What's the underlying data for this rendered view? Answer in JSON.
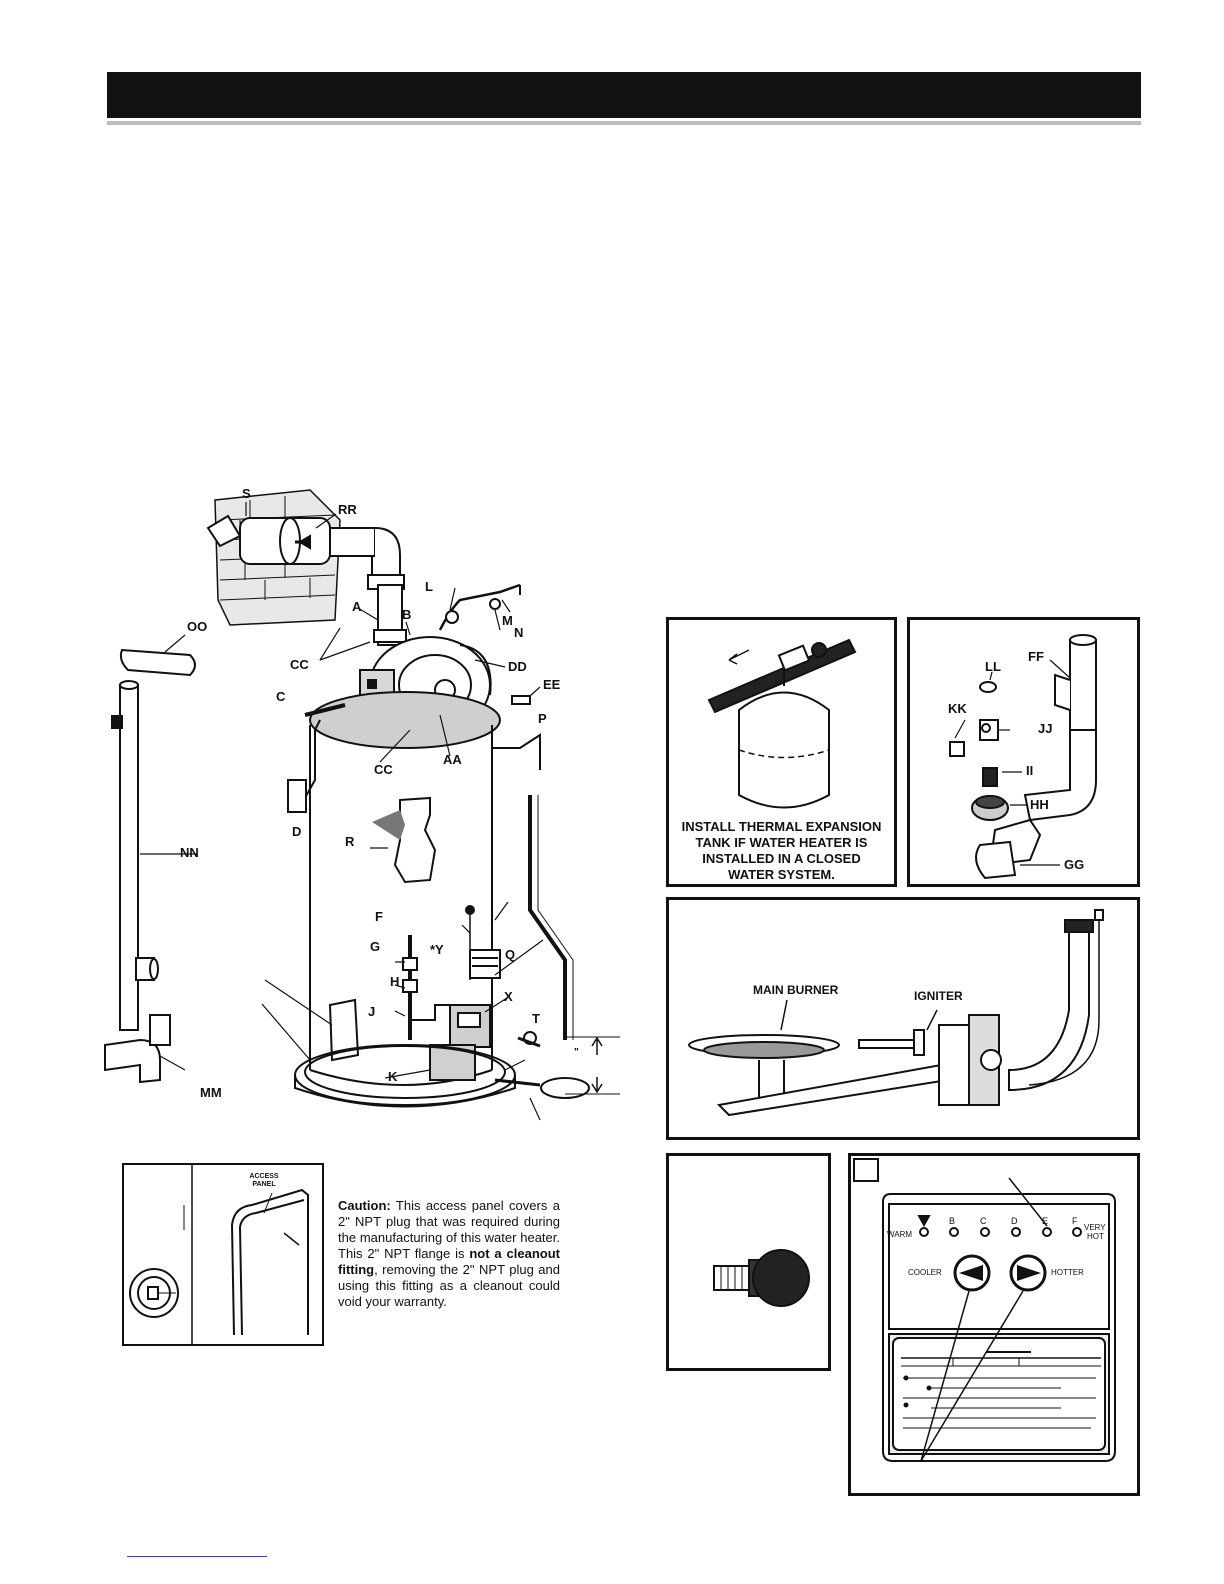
{
  "page": {
    "header_text": ""
  },
  "main_figure": {
    "labels": {
      "S": "S",
      "RR": "RR",
      "L": "L",
      "N": "N",
      "M": "M",
      "A": "A",
      "B": "B",
      "OO": "OO",
      "CC_top": "CC",
      "DD": "DD",
      "EE": "EE",
      "C": "C",
      "P": "P",
      "CC_mid": "CC",
      "AA": "AA",
      "D": "D",
      "R": "R",
      "NN": "NN",
      "F": "F",
      "Y": "*Y",
      "G": "G",
      "Q": "Q",
      "H": "H",
      "X": "X",
      "J": "J",
      "T": "T",
      "K": "K",
      "MM": "MM",
      "dim_mark": "\""
    }
  },
  "expansion_tank": {
    "caption_lines": [
      "INSTALL THERMAL EXPANSION",
      "TANK IF WATER HEATER IS",
      "INSTALLED IN A CLOSED",
      "WATER SYSTEM."
    ]
  },
  "fittings": {
    "labels": {
      "FF": "FF",
      "LL": "LL",
      "KK": "KK",
      "JJ": "JJ",
      "II": "II",
      "HH": "HH",
      "GG": "GG"
    }
  },
  "burner": {
    "main_burner": "MAIN BURNER",
    "igniter": "IGNITER"
  },
  "access_panel": {
    "label_line1": "ACCESS",
    "label_line2": "PANEL",
    "caution_title": "Caution:",
    "caution_part1": " This access panel covers a 2\" NPT plug that was required during the manufacturing of this water heater. This 2\" NPT flange is ",
    "caution_bold": "not a cleanout fitting",
    "caution_part2": ", removing the 2\" NPT plug and using this fitting as a cleanout could void your warranty."
  },
  "control_panel": {
    "temps": {
      "warm": "WARM",
      "b": "B",
      "c": "C",
      "d": "D",
      "e": "E",
      "f": "F",
      "very": "VERY",
      "hot": "HOT"
    },
    "cooler": "COOLER",
    "hotter": "HOTTER"
  }
}
